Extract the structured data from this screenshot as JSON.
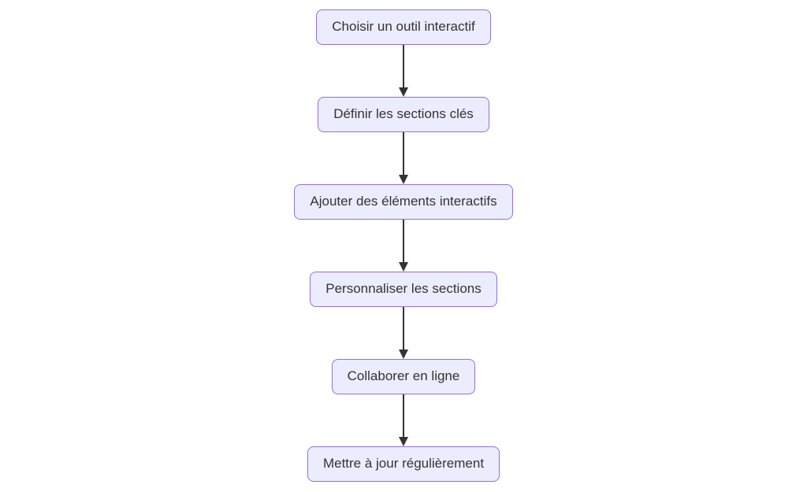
{
  "diagram": {
    "type": "flowchart",
    "direction": "top-to-bottom",
    "nodes": [
      {
        "label": "Choisir un outil interactif"
      },
      {
        "label": "Définir les sections clés"
      },
      {
        "label": "Ajouter des éléments interactifs"
      },
      {
        "label": "Personnaliser les sections"
      },
      {
        "label": "Collaborer en ligne"
      },
      {
        "label": "Mettre à jour régulièrement"
      }
    ],
    "edges": [
      {
        "from": 0,
        "to": 1,
        "style": "arrow"
      },
      {
        "from": 1,
        "to": 2,
        "style": "arrow"
      },
      {
        "from": 2,
        "to": 3,
        "style": "arrow"
      },
      {
        "from": 3,
        "to": 4,
        "style": "arrow"
      },
      {
        "from": 4,
        "to": 5,
        "style": "arrow"
      }
    ],
    "colors": {
      "node_fill": "#ECECFF",
      "node_border": "#9370DB",
      "text": "#333333",
      "arrow": "#333333",
      "background": "#FFFFFF"
    }
  }
}
